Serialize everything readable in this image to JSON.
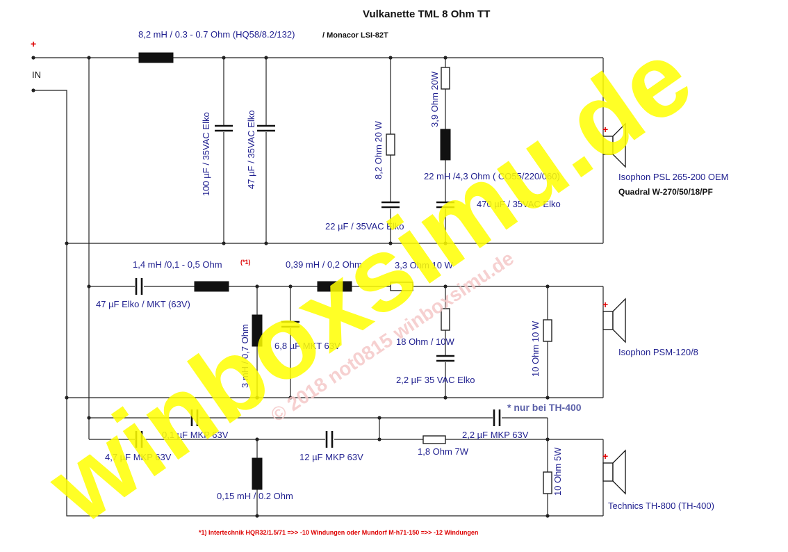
{
  "title": "Vulkanette TML 8 Ohm TT",
  "input": {
    "plus": "+",
    "label": "IN"
  },
  "bass": {
    "inductor": "8,2 mH / 0.3 - 0.7 Ohm (HQ58/8.2/132)",
    "inductor_model": "/ Monacor LSI-82T",
    "cap1": "100 µF / 35VAC Elko",
    "cap2": "47 µF / 35VAC Elko",
    "res1": "8,2 Ohm 20 W",
    "cap3": "22 µF / 35VAC Elko",
    "res2": "3,9 Ohm 20W",
    "ind2": "22 mH /4,3 Ohm ( CO55/220/060)",
    "cap4": "470 µF / 35VAC Elko",
    "driver": "Isophon PSL 265-200 OEM",
    "driver_alt": "Quadral W-270/50/18/PF"
  },
  "mid": {
    "cap1": "47 µF Elko / MKT (63V)",
    "ind1": "1,4 mH /0,1 -  0,5 Ohm",
    "ind1_note": "(*1)",
    "ind2": "0,39 mH / 0,2 Ohm",
    "res1": "3,3 Ohm 10 W",
    "ind3": "3 mH / 0,7 Ohm",
    "cap2": "6,8 µF MKT 63V",
    "res2": "18 Ohm / 10W",
    "cap3": "2,2 µF 35 VAC Elko",
    "res3": "10 Ohm 10 W",
    "driver": "Isophon PSM-120/8"
  },
  "tweeter": {
    "note": "* nur bei TH-400",
    "cap_a": "0,1 µF MKP 63V",
    "cap_b": "2,2 µF MKP 63V",
    "cap1": "4,7 µF MKP 63V",
    "cap2": "12 µF MKP 63V",
    "ind1": "0,15 mH / 0.2 Ohm",
    "res1": "1,8 Ohm 7W",
    "res2": "10 Ohm 5W",
    "driver": "Technics TH-800 (TH-400)"
  },
  "footnote": "*1) Intertechnik HQR32/1.5/71 =>> -10 Windungen oder Mundorf M-h71-150 =>> -12 Windungen",
  "watermark": {
    "main": "winboxsimu.de",
    "secondary": "© 2018 not0815  winboxsimu.de"
  },
  "colors": {
    "label_blue": "#1f1f8f",
    "watermark_yellow": "#ffff00",
    "footnote_red": "#dd0000",
    "note_blue": "#5a5fa8"
  }
}
